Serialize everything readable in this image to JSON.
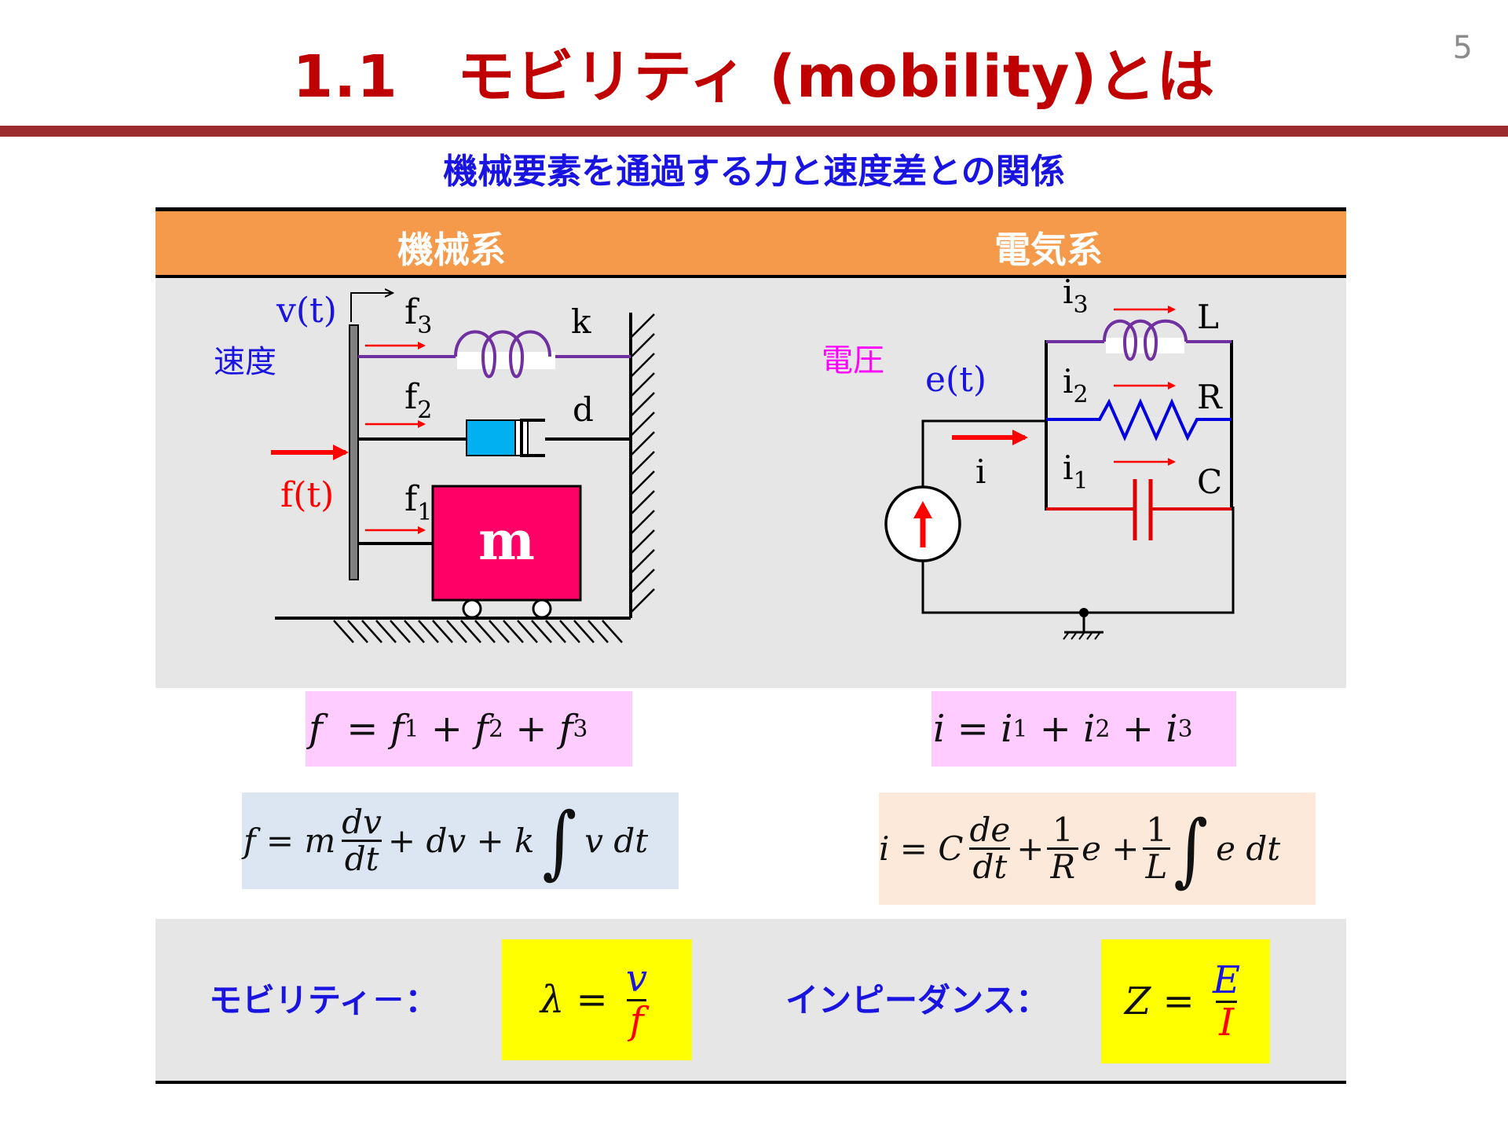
{
  "slide": {
    "title": "1.1　モビリティ (mobility)とは",
    "page_number": "5",
    "subtitle": "機械要素を通過する力と速度差との関係"
  },
  "columns": {
    "mechanical": "機械系",
    "electrical": "電気系"
  },
  "mechanical_diagram": {
    "velocity_symbol": "v(t)",
    "velocity_label": "速度",
    "force_symbol": "f(t)",
    "f3": "f",
    "f3_sub": "3",
    "f2": "f",
    "f2_sub": "2",
    "f1": "f",
    "f1_sub": "1",
    "spring_label": "k",
    "damper_label": "d",
    "mass_label": "m"
  },
  "electrical_diagram": {
    "voltage_label": "電圧",
    "voltage_symbol": "e(t)",
    "current": "i",
    "i3": "i",
    "i3_sub": "3",
    "i2": "i",
    "i2_sub": "2",
    "i1": "i",
    "i1_sub": "1",
    "inductor_label": "L",
    "resistor_label": "R",
    "capacitor_label": "C"
  },
  "equations": {
    "force_sum": {
      "lhs": "f",
      "eq": "=",
      "t1": "f",
      "s1": "1",
      "plus": "+",
      "t2": "f",
      "s2": "2",
      "t3": "f",
      "s3": "3"
    },
    "current_sum": {
      "lhs": "i",
      "eq": "=",
      "t1": "i",
      "s1": "1",
      "plus": "+",
      "t2": "i",
      "s2": "2",
      "t3": "i",
      "s3": "3"
    },
    "force_eq": {
      "lhs": "f",
      "eq": "=",
      "m": "m",
      "num": "dv",
      "den": "dt",
      "plus": "+",
      "mid": "dv",
      "k": "k",
      "integral": "∫",
      "integrand": "v dt"
    },
    "current_eq": {
      "lhs": "i",
      "eq": "=",
      "c": "C",
      "num1": "de",
      "den1": "dt",
      "plus": "+",
      "num2": "1",
      "den2": "R",
      "e": "e",
      "num3": "1",
      "den3": "L",
      "integral": "∫",
      "integrand": "e dt"
    }
  },
  "definitions": {
    "mobility_label": "モビリティ－：",
    "mobility_lhs": "λ",
    "mobility_eq": "=",
    "mobility_num": "v",
    "mobility_den": "f",
    "impedance_label": "インピーダンス：",
    "impedance_lhs": "Z",
    "impedance_eq": "=",
    "impedance_num": "E",
    "impedance_den": "I"
  },
  "colors": {
    "title": "#c00000",
    "accent_blue": "#1a14e0",
    "header_orange": "#f59a4a",
    "mass_pink": "#ff0066",
    "damper_blue": "#00b0f0",
    "force_red": "#ff0000",
    "spring_purple": "#7030a0",
    "voltage_magenta": "#ff00ff",
    "eq_pink": "#ffccff",
    "eq_blue": "#dce6f2",
    "eq_peach": "#fde9d9",
    "highlight_yellow": "#ffff00"
  }
}
